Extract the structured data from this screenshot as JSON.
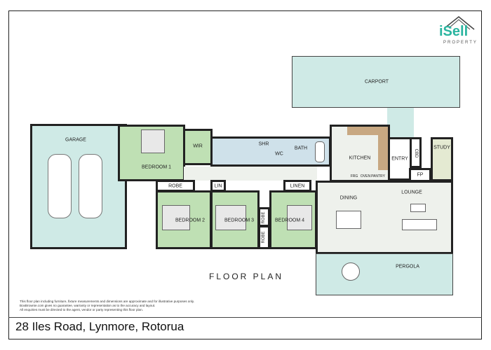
{
  "logo": {
    "brand": "iSell",
    "sub": "PROPERTY",
    "accent": "#2bb5a0"
  },
  "rooms": {
    "carport": "CARPORT",
    "garage": "GARAGE",
    "bedroom1": "BEDROOM 1",
    "wir": "WIR",
    "shr": "SHR",
    "wc": "WC",
    "bath": "BATH",
    "kitchen": "KITCHEN",
    "frg": "FRG",
    "oven": "OVEN",
    "pantry": "PANTRY",
    "entry": "ENTRY",
    "cbd": "CBD",
    "study": "STUDY",
    "fp": "FP",
    "robe": "ROBE",
    "lin": "LIN",
    "linen": "LINEN",
    "bedroom2": "BEDROOM 2",
    "bedroom3": "BEDROOM 3",
    "bedroom4": "BEDROOM 4",
    "dining": "DINING",
    "lounge": "LOUNGE",
    "pergola": "PERGOLA"
  },
  "title": "FLOOR PLAN",
  "disclaimer": [
    "This floor plan including furniture, fixture measurements and dimensions are approximate and for illustrative purposes only.",
    "BoxBrownie.com gives no guarantee, warranty or representation as to the accuracy and layout.",
    "All enquiries must be directed to the agent, vendor or party representing this floor plan."
  ],
  "address": "28 Iles Road, Lynmore, Rotorua"
}
